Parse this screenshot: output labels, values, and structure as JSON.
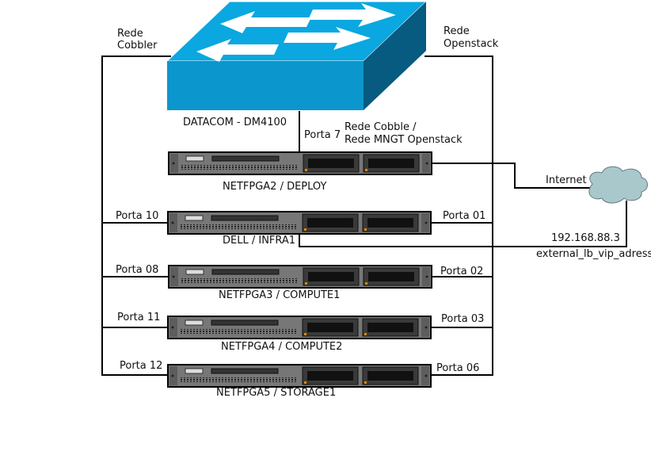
{
  "switch": {
    "label": "DATACOM - DM4100",
    "colors": {
      "top": "#0aa7e0",
      "front": "#0b96cd",
      "side": "#075a80"
    }
  },
  "networks": {
    "cobbler": [
      "Rede",
      "Cobbler"
    ],
    "openstack": [
      "Rede",
      "Openstack"
    ],
    "mgmt": [
      "Rede Cobble /",
      "Rede MNGT Openstack"
    ]
  },
  "ports": {
    "deploy": "Porta 7",
    "infra_left": "Porta 10",
    "infra_right": "Porta 01",
    "compute1_left": "Porta 08",
    "compute1_right": "Porta 02",
    "compute2_left": "Porta 11",
    "compute2_right": "Porta 03",
    "storage_left": "Porta 12",
    "storage_right": "Porta 06"
  },
  "servers": [
    {
      "label": "NETFPGA2 / DEPLOY"
    },
    {
      "label": "DELL / INFRA1"
    },
    {
      "label": "NETFPGA3 / COMPUTE1"
    },
    {
      "label": "NETFPGA4 / COMPUTE2"
    },
    {
      "label": "NETFPGA5 / STORAGE1"
    }
  ],
  "internet": {
    "label": "Internet",
    "color": "#a9c8cc"
  },
  "vip": {
    "ip": "192.168.88.3",
    "label": "external_lb_vip_adress"
  }
}
